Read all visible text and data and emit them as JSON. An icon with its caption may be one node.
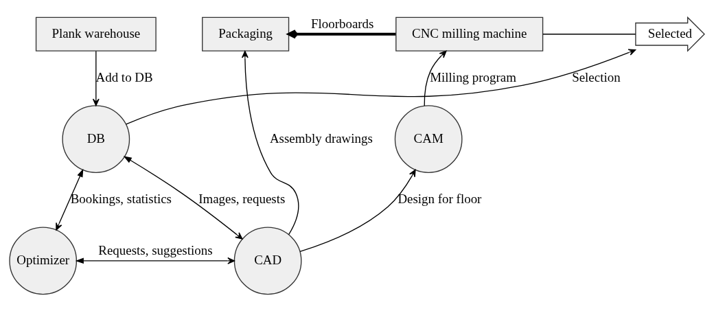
{
  "diagram": {
    "nodes": [
      {
        "text": [
          "Plank warehouse"
        ]
      },
      {
        "text": [
          "Selected"
        ]
      },
      {
        "text": [
          "CNC milling machine"
        ]
      },
      {
        "text": [
          "Packaging"
        ]
      },
      {
        "text": [
          "DB"
        ]
      },
      {
        "text": [
          "CAM"
        ]
      },
      {
        "text": [
          "Optimizer"
        ]
      },
      {
        "text": [
          "CAD"
        ]
      }
    ],
    "edges": [
      {
        "from": 0,
        "to": 4,
        "arrow": "to",
        "label": "Add to DB"
      },
      {
        "from": 4,
        "to": 1,
        "arrow": "to",
        "label": "Selection"
      },
      {
        "from": 1,
        "to": 2,
        "arrow": "none"
      },
      {
        "from": 2,
        "to": 3,
        "arrow": "to",
        "label": "Floorboards",
        "style": "thick"
      },
      {
        "from": 5,
        "to": 2,
        "arrow": "to",
        "label": "Milling program"
      },
      {
        "from": 4,
        "to": 6,
        "arrow": "both",
        "label": "Bookings, statistics"
      },
      {
        "from": 4,
        "to": 7,
        "arrow": "both",
        "label": "Images, requests"
      },
      {
        "from": 6,
        "to": 7,
        "arrow": "both",
        "label": "Requests, suggestions"
      },
      {
        "from": 7,
        "to": 5,
        "arrow": "to",
        "label": "Design for floor"
      },
      {
        "from": 7,
        "to": 3,
        "arrow": "to",
        "label": "Assembly drawings"
      }
    ]
  }
}
